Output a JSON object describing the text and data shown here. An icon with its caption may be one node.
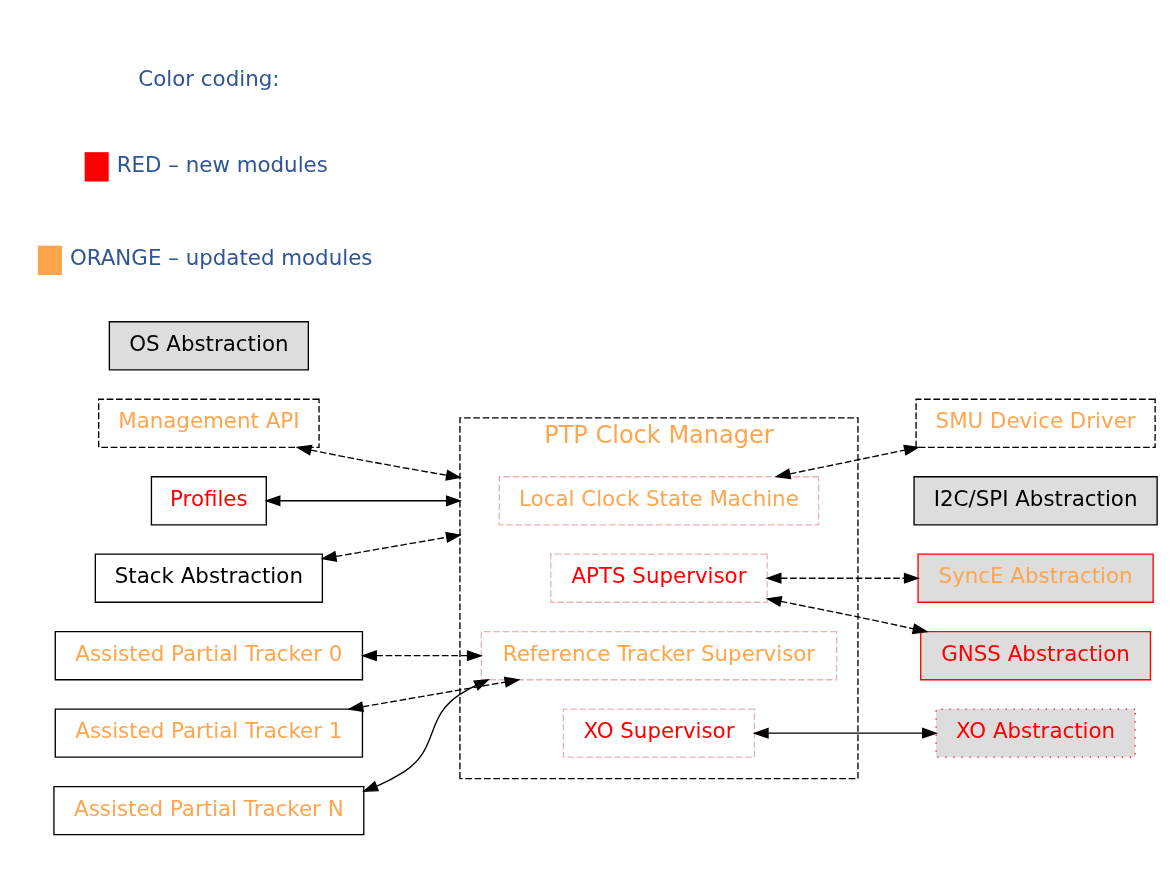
{
  "diagram": {
    "nodes": [
      {
        "text": [
          "Management API"
        ]
      },
      {
        "text": [
          "PTP Clock Manager"
        ]
      },
      {
        "text": [
          "Local Clock State Machine"
        ],
        "in": 1
      },
      {
        "text": [
          "APTS Supervisor"
        ],
        "in": 1
      },
      {
        "text": [
          "Reference Tracker Supervisor"
        ],
        "in": 1
      },
      {
        "text": [
          "XO Supervisor"
        ],
        "in": 1
      },
      {
        "text": [
          "Profiles"
        ]
      },
      {
        "text": [
          "Stack Abstraction"
        ]
      },
      {
        "text": [
          "Assisted Partial Tracker 0"
        ]
      },
      {
        "text": [
          "Assisted Partial Tracker 1"
        ]
      },
      {
        "text": [
          "Assisted Partial Tracker N"
        ]
      },
      {
        "text": [
          "SMU Device Driver"
        ]
      },
      {
        "text": [
          "I2C/SPI Abstraction"
        ]
      },
      {
        "text": [
          "SyncE Abstraction"
        ]
      },
      {
        "text": [
          "GNSS Abstraction"
        ]
      },
      {
        "text": [
          "XO Abstraction"
        ]
      },
      {
        "text": [
          "OS Abstraction"
        ]
      }
    ],
    "edges": [
      {
        "from": 0,
        "to": 1,
        "arrow": "both",
        "style": "dashed"
      },
      {
        "from": 6,
        "to": 1,
        "arrow": "both"
      },
      {
        "from": 7,
        "to": 1,
        "arrow": "both",
        "style": "dashed"
      },
      {
        "from": 8,
        "to": 4,
        "arrow": "both",
        "style": "dashed"
      },
      {
        "from": 9,
        "to": 4,
        "arrow": "both",
        "style": "dashed"
      },
      {
        "from": 10,
        "to": 4,
        "arrow": "both"
      },
      {
        "from": 2,
        "to": 11,
        "arrow": "both",
        "style": "dashed"
      },
      {
        "from": 3,
        "to": 13,
        "arrow": "both",
        "style": "dashed"
      },
      {
        "from": 3,
        "to": 14,
        "arrow": "both",
        "style": "dashed"
      },
      {
        "from": 5,
        "to": 15,
        "arrow": "both"
      }
    ],
    "labels": [
      "Color coding:"
    ],
    "legend": [
      {
        "text": "RED – new modules",
        "color": "#ff0000"
      },
      {
        "text": "ORANGE – updated modules",
        "color": "#ffa64d"
      }
    ]
  }
}
